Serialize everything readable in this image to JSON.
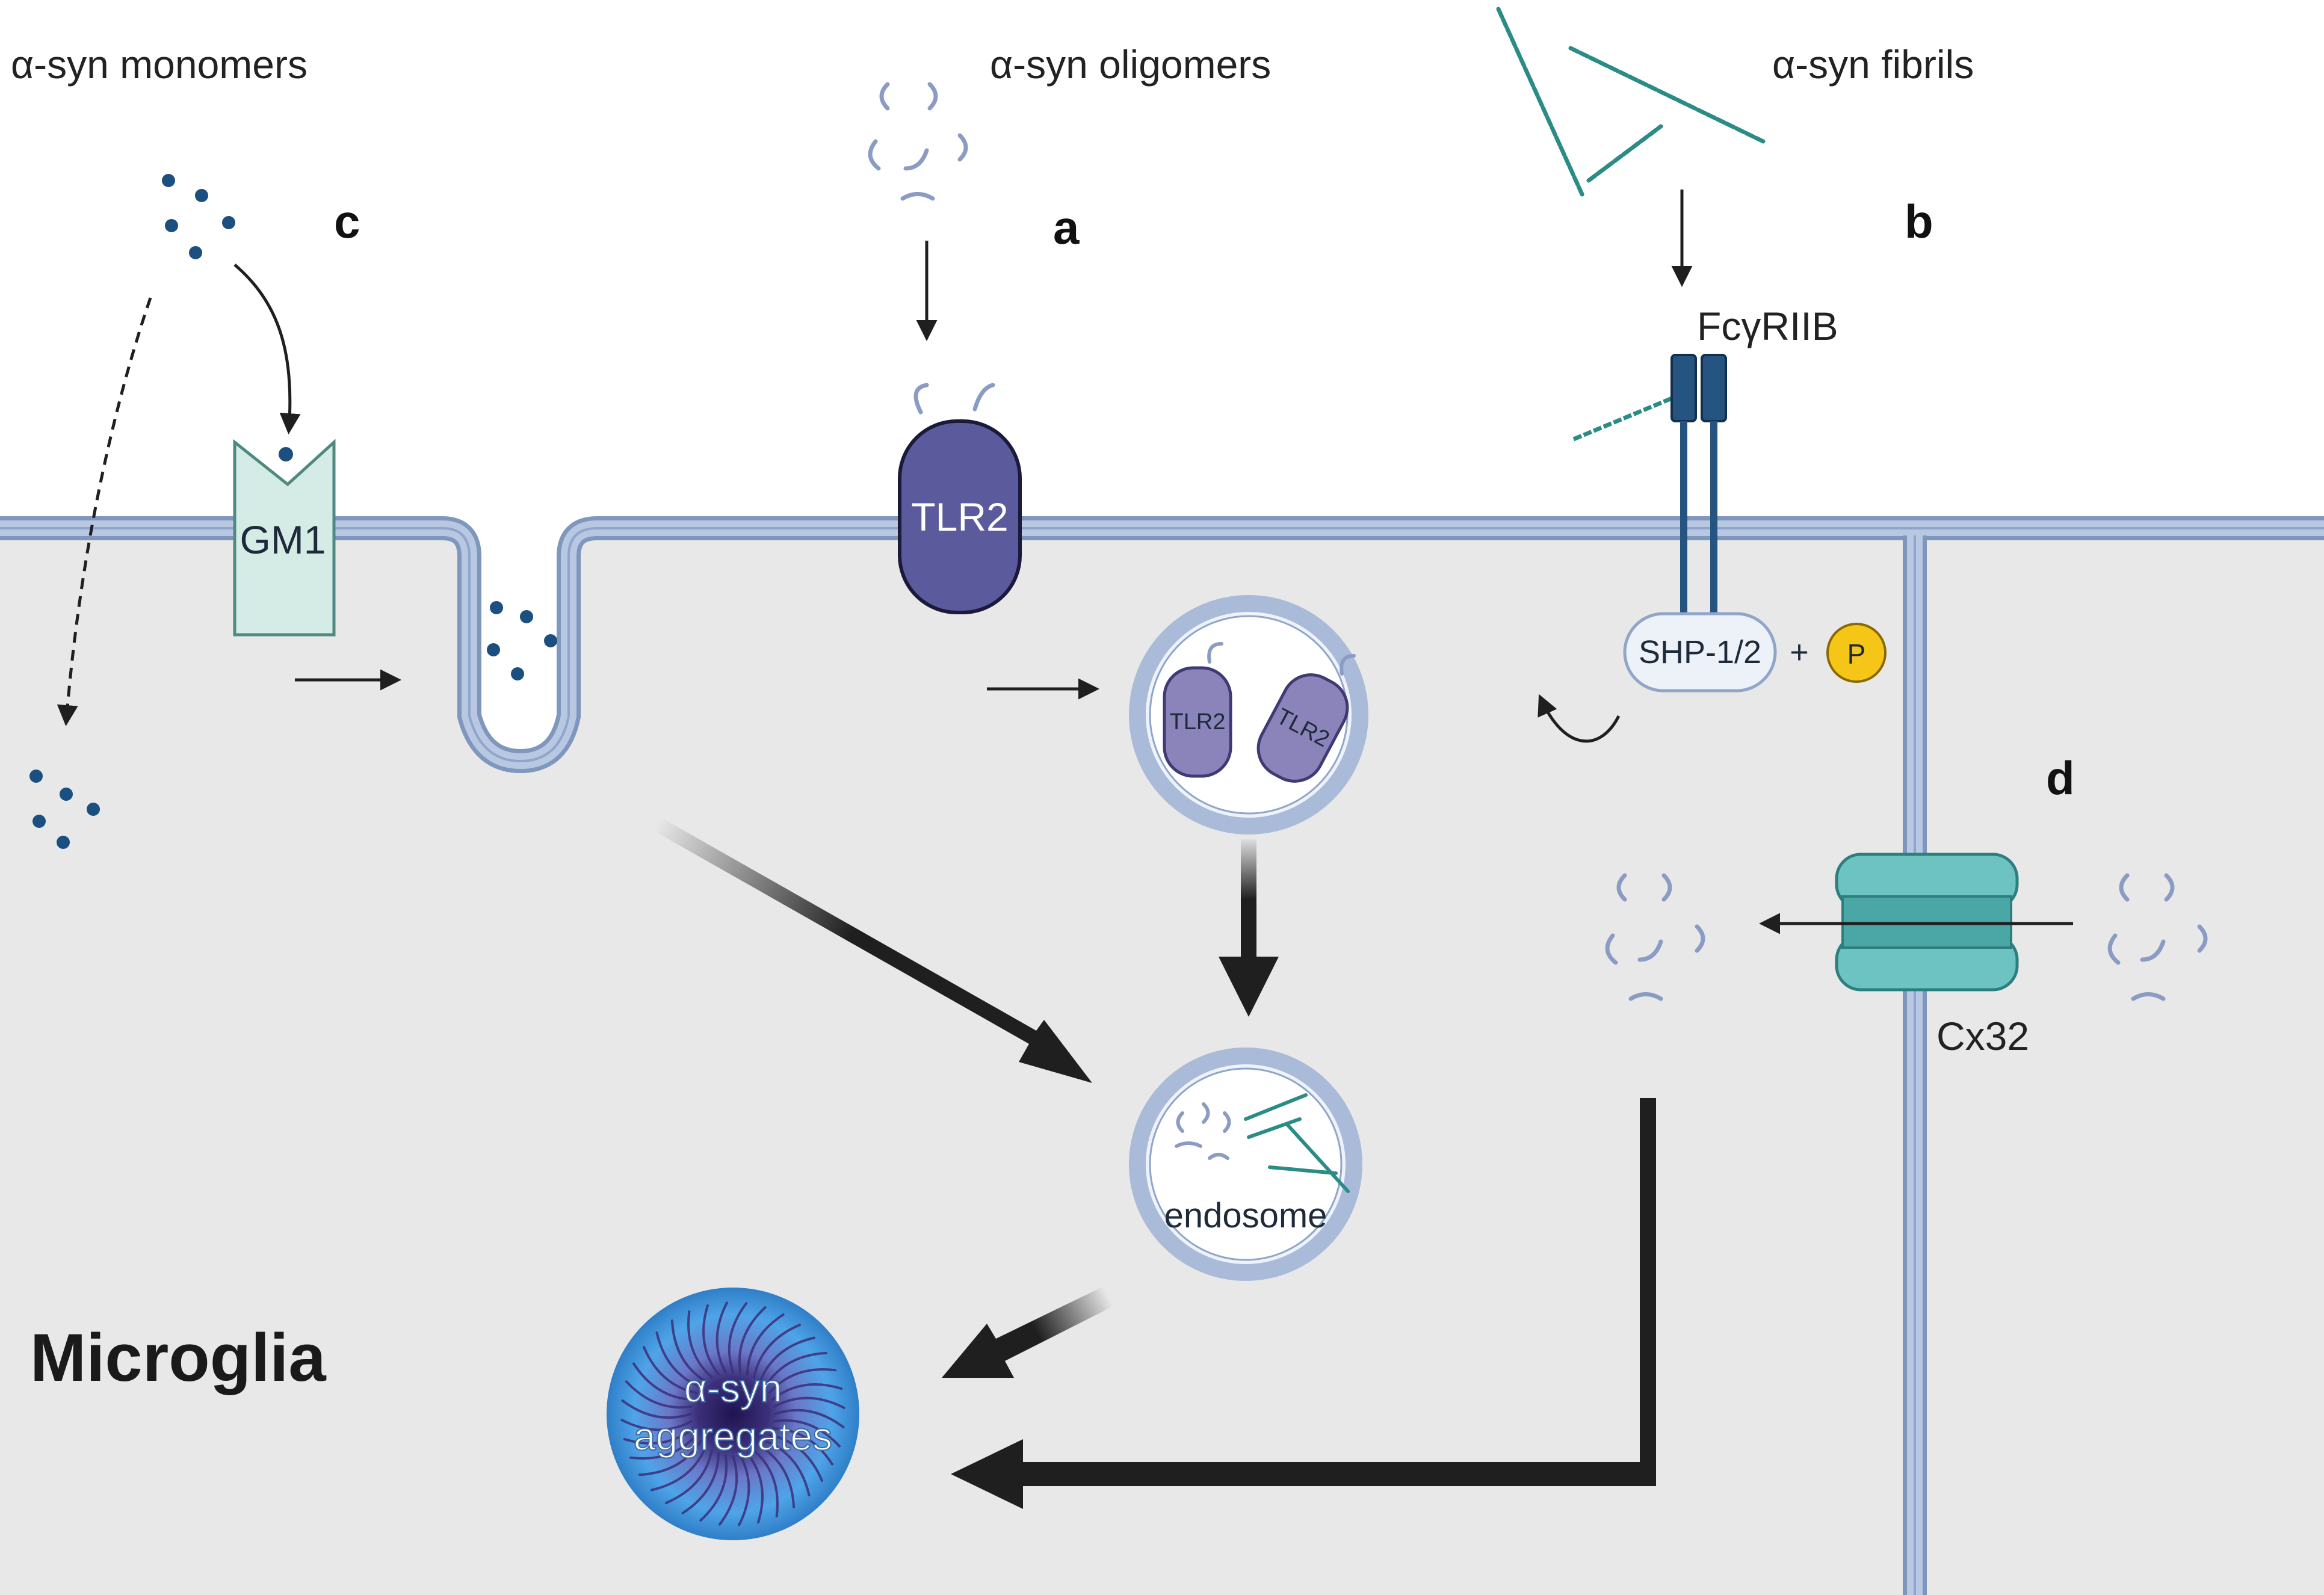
{
  "labels": {
    "monomers": "α-syn monomers",
    "oligomers": "α-syn oligomers",
    "fibrils": "α-syn fibrils",
    "letter_a": "a",
    "letter_b": "b",
    "letter_c": "c",
    "letter_d": "d",
    "gm1": "GM1",
    "tlr2": "TLR2",
    "tlr2_small_1": "TLR2",
    "tlr2_small_2": "TLR2",
    "fcgr": "FcγRIIB",
    "shp": "SHP-1/2",
    "plus": "+",
    "p": "P",
    "cx32": "Cx32",
    "endosome": "endosome",
    "microglia": "Microglia",
    "aggregates_line1": "α-syn",
    "aggregates_line2": "aggregates"
  },
  "colors": {
    "cell_fill": "#e8e8e8",
    "membrane": "#a9bbd8",
    "membrane_edge": "#7f96bd",
    "tlr2_fill": "#5b5a9c",
    "tlr2_small_fill": "#8a84bb",
    "gm1_fill": "#d5ebe6",
    "fcgr_fill": "#24547f",
    "cx32_fill": "#6cc3c1",
    "shp_fill": "#edf1f8",
    "p_fill": "#f5c518",
    "dot": "#1b4f80",
    "fibril": "#2b8c86",
    "oligo": "#8a9cc4",
    "arrow": "#1f1f1f",
    "aggregate_core": "#3c2f7a",
    "aggregate_glow": "#4fa4e8"
  }
}
